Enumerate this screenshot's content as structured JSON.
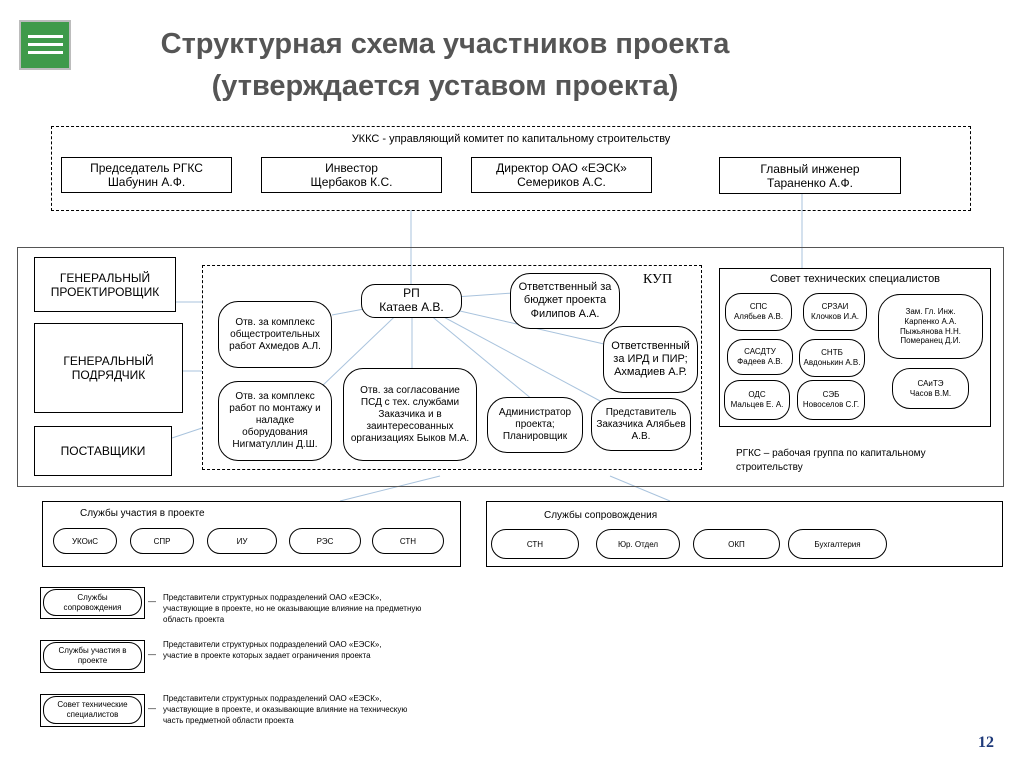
{
  "title": {
    "line1": "Структурная схема участников проекта",
    "line2": "(утверждается уставом проекта)"
  },
  "ukks": {
    "label": "УККС - управляющий комитет по капитальному строительству",
    "members": [
      {
        "line1": "Председатель РГКС",
        "line2": "Шабунин А.Ф."
      },
      {
        "line1": "Инвестор",
        "line2": "Щербаков К.С."
      },
      {
        "line1": "Директор ОАО «ЕЭСК»",
        "line2": "Семериков А.С."
      },
      {
        "line1": "Главный инженер",
        "line2": "Тараненко А.Ф."
      }
    ]
  },
  "left": {
    "gen_design": "ГЕНЕРАЛЬНЫЙ ПРОЕКТИРОВЩИК",
    "gen_contractor": "ГЕНЕРАЛЬНЫЙ ПОДРЯДЧИК",
    "suppliers": "ПОСТАВЩИКИ"
  },
  "kup": {
    "label": "КУП",
    "rp": {
      "line1": "РП",
      "line2": "Катаев А.В."
    },
    "budget": "Ответственный за бюджет проекта Филипов А.А.",
    "ird": "Ответственный за ИРД и ПИР; Ахмадиев А.Р.",
    "general_works": "Отв. за комплекс общестроительных работ Ахмедов А.Л.",
    "equipment": "Отв. за комплекс работ по монтажу и наладке оборудования Нигматуллин Д.Ш.",
    "psd": "Отв. за согласование ПСД с тех. службами Заказчика и в заинтересованных организациях Быков М.А.",
    "admin": "Администратор проекта; Планировщик",
    "customer_rep": "Представитель Заказчика Алябьев А.В."
  },
  "council": {
    "label": "Совет технических специалистов",
    "members": [
      {
        "line1": "СПС",
        "line2": "Алябьев А.В."
      },
      {
        "line1": "СРЗАИ",
        "line2": "Клочков И.А."
      },
      {
        "line1": "САСДТУ",
        "line2": "Фадеев А.В."
      },
      {
        "line1": "СНТБ",
        "line2": "Авдонькин А.В."
      },
      {
        "line1": "ОДС",
        "line2": "Мальцев Е. А."
      },
      {
        "line1": "СЭБ",
        "line2": "Новоселов С.Г."
      },
      {
        "line1": "Зам. Гл. Инж.",
        "line2": "Карпенко А.А. Пыжьянова Н.Н. Померанец Д.И."
      },
      {
        "line1": "САиТЭ",
        "line2": "Часов В.М."
      }
    ],
    "rgks_note": "РГКС – рабочая группа по капитальному строительству"
  },
  "participation": {
    "label": "Службы участия в проекте",
    "items": [
      "УКОиС",
      "СПР",
      "ИУ",
      "РЭС",
      "СТН"
    ]
  },
  "support": {
    "label": "Службы сопровождения",
    "items": [
      "СТН",
      "Юр. Отдел",
      "ОКП",
      "Бухгалтерия"
    ]
  },
  "legend": [
    {
      "box": "Службы сопровождения",
      "text": "Представители структурных подразделений  ОАО «ЕЭСК», участвующие в проекте, но не оказывающие влияние на предметную область проекта"
    },
    {
      "box": "Службы участия в проекте",
      "text": "Представители структурных подразделений ОАО «ЕЭСК», участие в проекте которых задает ограничения проекта"
    },
    {
      "box": "Совет технические специалистов",
      "text": "Представители структурных подразделений  ОАО «ЕЭСК», участвующие в проекте, и оказывающие влияние на техническую часть предметной области проекта"
    }
  ],
  "legend_dash": "—",
  "page_number": "12",
  "colors": {
    "title": "#555555",
    "logo": "#3f9a4a",
    "connector": "#a9c3dd",
    "page_number": "#1f3a7a"
  }
}
